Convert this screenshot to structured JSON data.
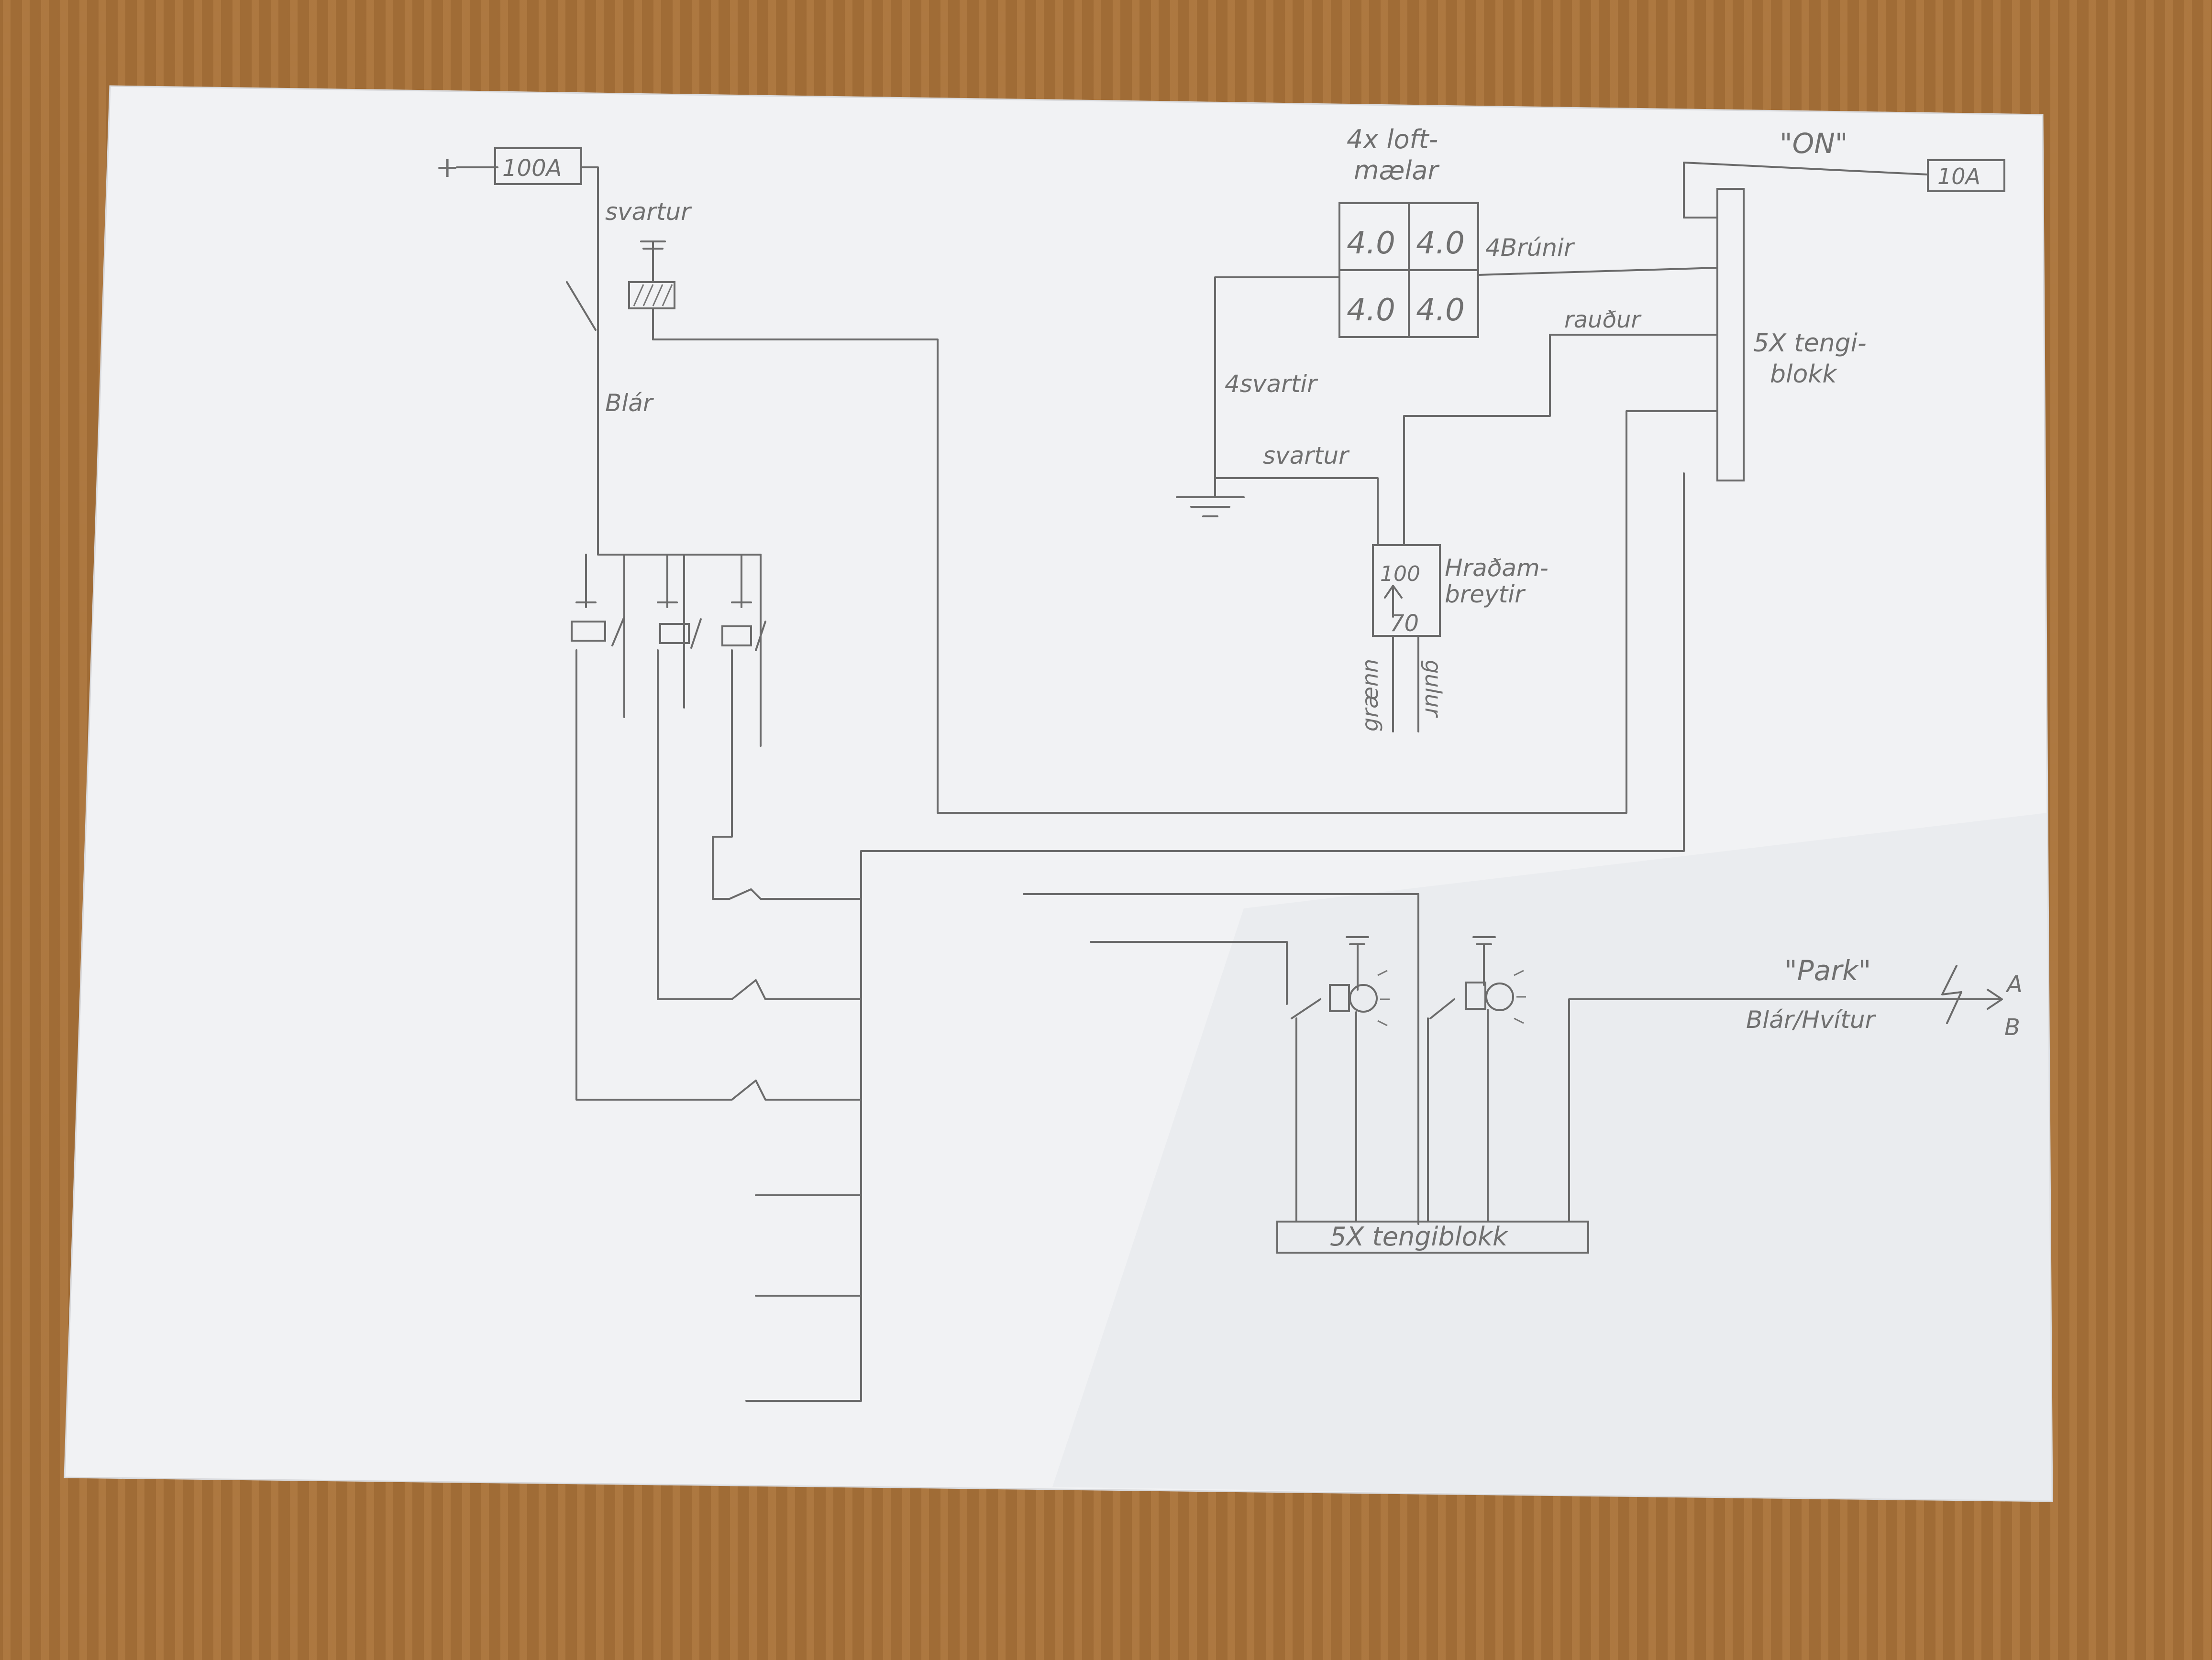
{
  "diagram": {
    "labels": {
      "plus": "+",
      "fuse_main": "100A",
      "svartur_top": "svartur",
      "blar": "Blár",
      "ceiling_title_1": "4x loft-",
      "ceiling_title_2": "mælar",
      "gauge_values": [
        "4.0",
        "4.0",
        "4.0",
        "4.0"
      ],
      "brunir": "4Brúnir",
      "svartir": "4svartir",
      "svartur_mid": "svartur",
      "raudur": "rauður",
      "on": "\"ON\"",
      "fuse_on": "10A",
      "terminal_top_1": "5X tengi-",
      "terminal_top_2": "blokk",
      "speed_top": "100",
      "speed_bottom": "70",
      "speed_label_1": "Hraðam-",
      "speed_label_2": "breytir",
      "graenn": "grænn",
      "gulur": "gulur",
      "park": "\"Park\"",
      "blar_hvitur": "Blár/Hvítur",
      "arrow_a": "A",
      "arrow_b": "B",
      "terminal_bottom": "5X tengiblokk"
    }
  },
  "colors": {
    "ink": "#6b6b6b",
    "paper": "#f2f3f5",
    "desk": "#a8723a"
  }
}
